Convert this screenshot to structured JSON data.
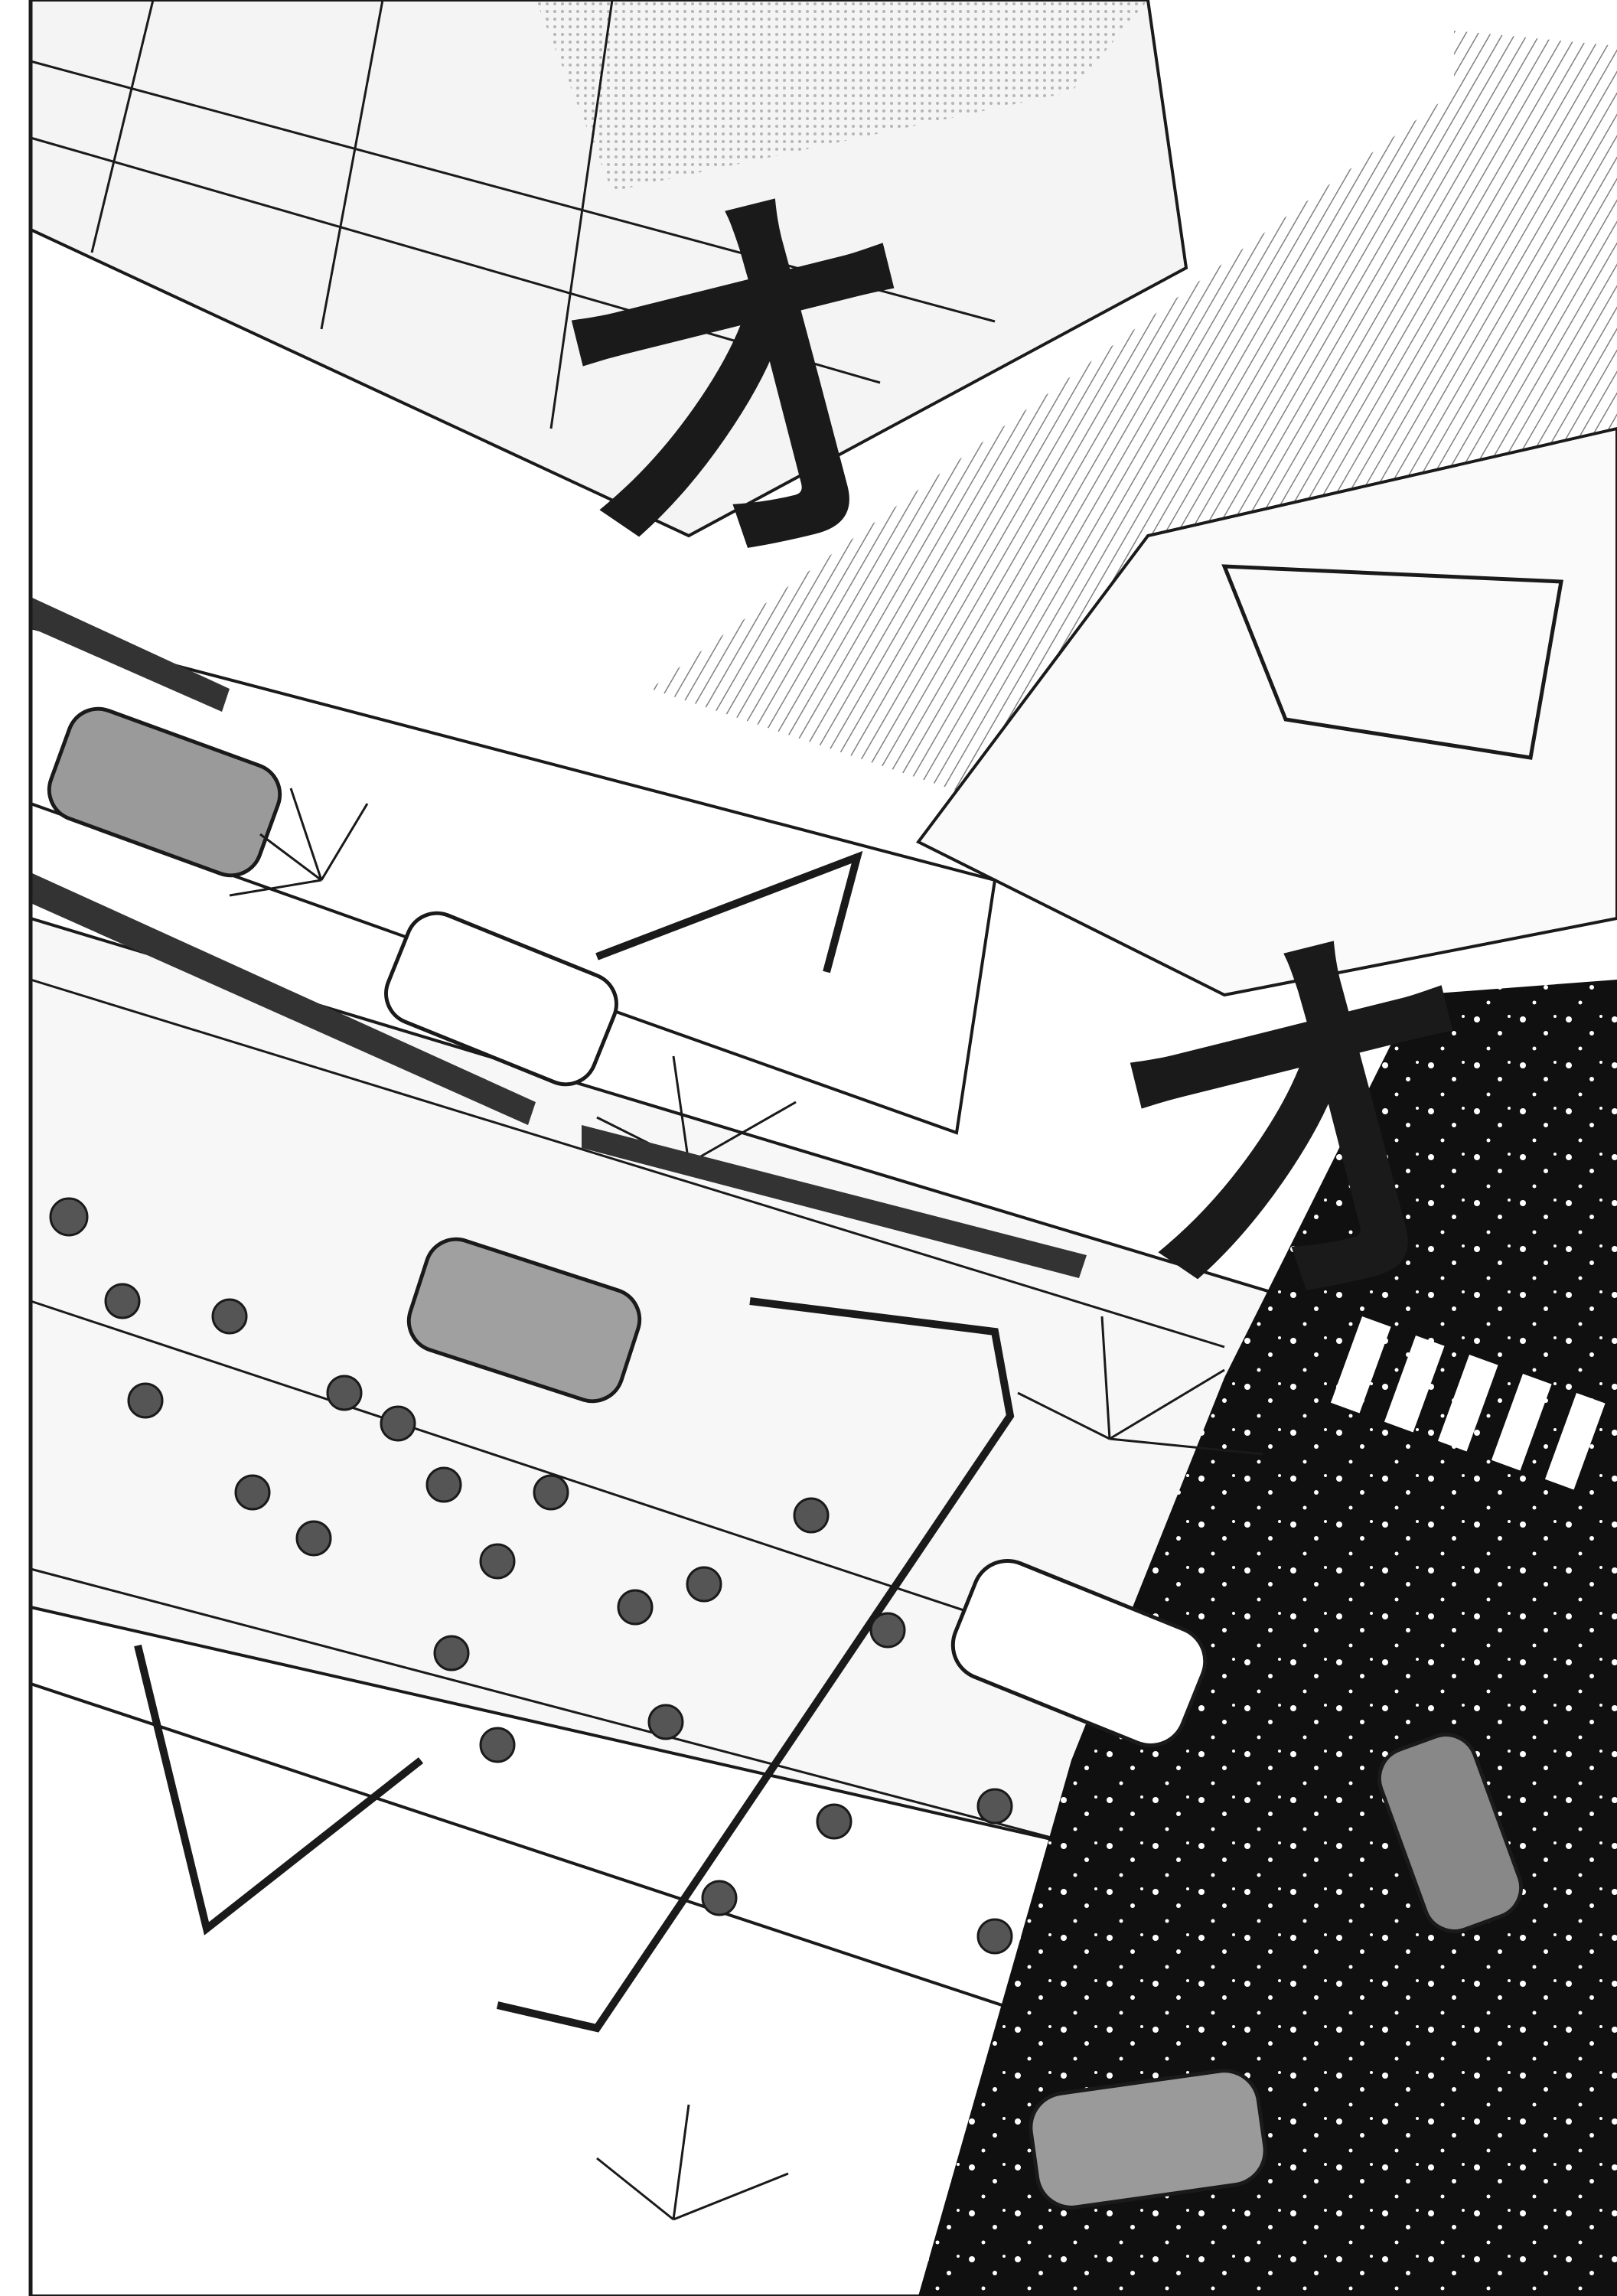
{
  "page": {
    "kind": "manga panel (black-and-white), overhead view of a snowy city street"
  },
  "sound_effects": [
    {
      "text": "オ"
    },
    {
      "text": "オ"
    }
  ],
  "palette": {
    "ink": "#1a1a1a",
    "paper": "#ffffff",
    "screentone": "#8c8c8c"
  }
}
